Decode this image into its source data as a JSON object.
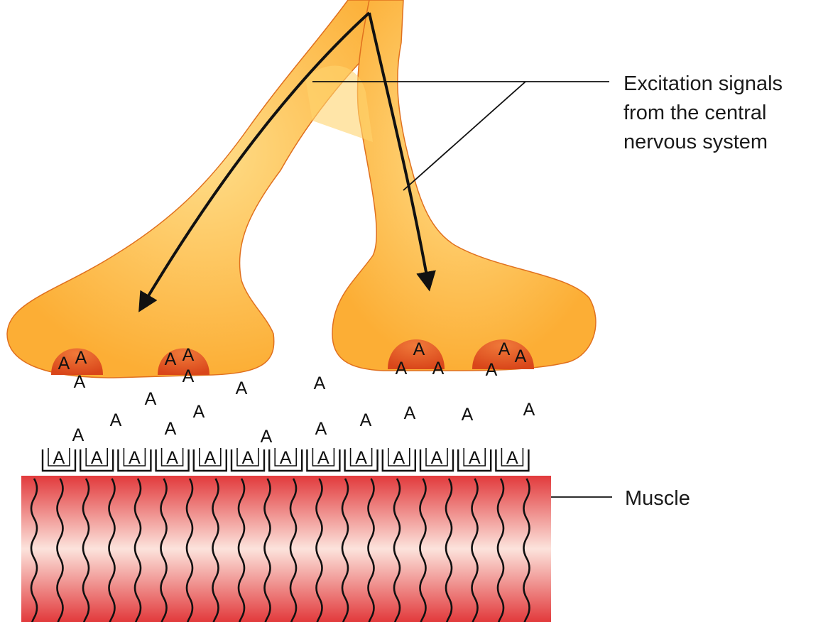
{
  "labels": {
    "excitation_line1": "Excitation signals",
    "excitation_line2": "from the central",
    "excitation_line3": "nervous system",
    "muscle": "Muscle"
  },
  "molecule_letter": "A",
  "colors": {
    "nerve_fill": "#FDB23A",
    "nerve_light": "#FFE29A",
    "nerve_outline": "#E0701E",
    "vesicle": "#E8541C",
    "muscle_dark": "#E23A3C",
    "muscle_light": "#FCE3DC",
    "line": "#111111"
  }
}
